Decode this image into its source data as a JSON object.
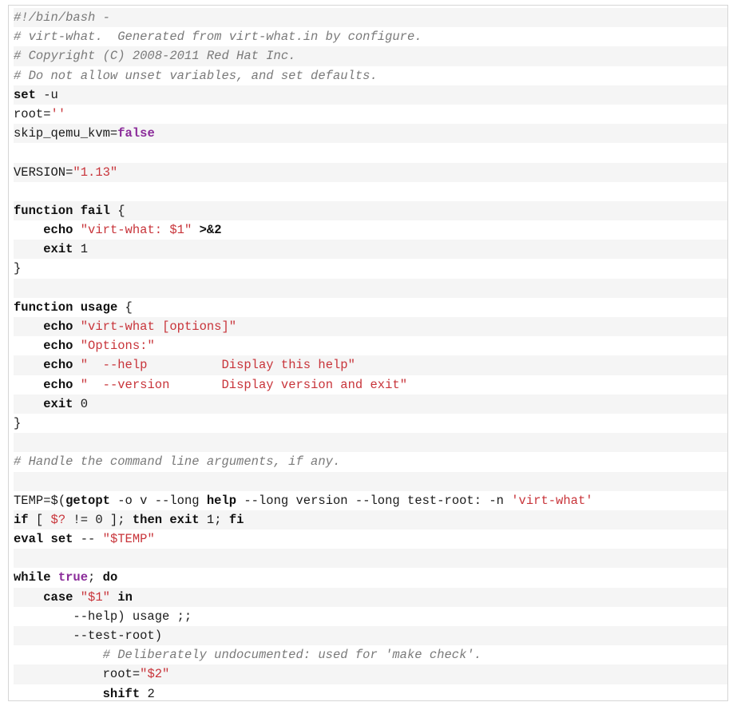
{
  "colors": {
    "comment": "#7a7a7a",
    "keyword": "#101010",
    "string": "#c8343a",
    "variable": "#2e8b57",
    "value": "#8b2c9a",
    "plain": "#1b1b1b",
    "row_alt": "#f5f5f5"
  },
  "code": {
    "lines": [
      [
        {
          "t": "#!/bin/bash -",
          "c": "comment"
        }
      ],
      [
        {
          "t": "# virt-what.  Generated from virt-what.in by configure.",
          "c": "comment"
        }
      ],
      [
        {
          "t": "# Copyright (C) 2008-2011 Red Hat Inc.",
          "c": "comment"
        }
      ],
      [
        {
          "t": "# Do not allow unset variables, and set defaults.",
          "c": "comment"
        }
      ],
      [
        {
          "t": "set",
          "c": "keyword"
        },
        {
          "t": " -u",
          "c": "plain"
        }
      ],
      [
        {
          "t": "root=",
          "c": "variable"
        },
        {
          "t": "''",
          "c": "string"
        }
      ],
      [
        {
          "t": "skip_qemu_kvm=",
          "c": "variable"
        },
        {
          "t": "false",
          "c": "value"
        }
      ],
      [],
      [
        {
          "t": "VERSION=",
          "c": "variable"
        },
        {
          "t": "\"1.13\"",
          "c": "string"
        }
      ],
      [],
      [
        {
          "t": "function",
          "c": "keyword"
        },
        {
          "t": " ",
          "c": "plain"
        },
        {
          "t": "fail",
          "c": "keyword"
        },
        {
          "t": " {",
          "c": "plain"
        }
      ],
      [
        {
          "t": "    ",
          "c": "plain"
        },
        {
          "t": "echo",
          "c": "keyword"
        },
        {
          "t": " ",
          "c": "plain"
        },
        {
          "t": "\"virt-what: $1\"",
          "c": "string"
        },
        {
          "t": " ",
          "c": "plain"
        },
        {
          "t": ">&2",
          "c": "keyword"
        }
      ],
      [
        {
          "t": "    ",
          "c": "plain"
        },
        {
          "t": "exit",
          "c": "keyword"
        },
        {
          "t": " 1",
          "c": "plain"
        }
      ],
      [
        {
          "t": "}",
          "c": "plain"
        }
      ],
      [],
      [
        {
          "t": "function",
          "c": "keyword"
        },
        {
          "t": " ",
          "c": "plain"
        },
        {
          "t": "usage",
          "c": "keyword"
        },
        {
          "t": " {",
          "c": "plain"
        }
      ],
      [
        {
          "t": "    ",
          "c": "plain"
        },
        {
          "t": "echo",
          "c": "keyword"
        },
        {
          "t": " ",
          "c": "plain"
        },
        {
          "t": "\"virt-what [options]\"",
          "c": "string"
        }
      ],
      [
        {
          "t": "    ",
          "c": "plain"
        },
        {
          "t": "echo",
          "c": "keyword"
        },
        {
          "t": " ",
          "c": "plain"
        },
        {
          "t": "\"Options:\"",
          "c": "string"
        }
      ],
      [
        {
          "t": "    ",
          "c": "plain"
        },
        {
          "t": "echo",
          "c": "keyword"
        },
        {
          "t": " ",
          "c": "plain"
        },
        {
          "t": "\"  --help          Display this help\"",
          "c": "string"
        }
      ],
      [
        {
          "t": "    ",
          "c": "plain"
        },
        {
          "t": "echo",
          "c": "keyword"
        },
        {
          "t": " ",
          "c": "plain"
        },
        {
          "t": "\"  --version       Display version and exit\"",
          "c": "string"
        }
      ],
      [
        {
          "t": "    ",
          "c": "plain"
        },
        {
          "t": "exit",
          "c": "keyword"
        },
        {
          "t": " 0",
          "c": "plain"
        }
      ],
      [
        {
          "t": "}",
          "c": "plain"
        }
      ],
      [],
      [
        {
          "t": "# Handle the command line arguments, if any.",
          "c": "comment"
        }
      ],
      [],
      [
        {
          "t": "TEMP=",
          "c": "variable"
        },
        {
          "t": "$(",
          "c": "plain"
        },
        {
          "t": "getopt",
          "c": "keyword"
        },
        {
          "t": " -o v --long ",
          "c": "plain"
        },
        {
          "t": "help",
          "c": "keyword"
        },
        {
          "t": " --long version --long test-root: -n ",
          "c": "plain"
        },
        {
          "t": "'virt-what'",
          "c": "string"
        }
      ],
      [
        {
          "t": "if",
          "c": "keyword"
        },
        {
          "t": " [ ",
          "c": "plain"
        },
        {
          "t": "$?",
          "c": "string"
        },
        {
          "t": " != 0 ]; ",
          "c": "plain"
        },
        {
          "t": "then",
          "c": "keyword"
        },
        {
          "t": " ",
          "c": "plain"
        },
        {
          "t": "exit",
          "c": "keyword"
        },
        {
          "t": " 1; ",
          "c": "plain"
        },
        {
          "t": "fi",
          "c": "keyword"
        }
      ],
      [
        {
          "t": "eval",
          "c": "keyword"
        },
        {
          "t": " ",
          "c": "plain"
        },
        {
          "t": "set",
          "c": "keyword"
        },
        {
          "t": " -- ",
          "c": "plain"
        },
        {
          "t": "\"$TEMP\"",
          "c": "string"
        }
      ],
      [],
      [
        {
          "t": "while",
          "c": "keyword"
        },
        {
          "t": " ",
          "c": "plain"
        },
        {
          "t": "true",
          "c": "value"
        },
        {
          "t": "; ",
          "c": "plain"
        },
        {
          "t": "do",
          "c": "keyword"
        }
      ],
      [
        {
          "t": "    ",
          "c": "plain"
        },
        {
          "t": "case",
          "c": "keyword"
        },
        {
          "t": " ",
          "c": "plain"
        },
        {
          "t": "\"$1\"",
          "c": "string"
        },
        {
          "t": " ",
          "c": "plain"
        },
        {
          "t": "in",
          "c": "keyword"
        }
      ],
      [
        {
          "t": "        --help) usage ;;",
          "c": "plain"
        }
      ],
      [
        {
          "t": "        --test-root)",
          "c": "plain"
        }
      ],
      [
        {
          "t": "            ",
          "c": "plain"
        },
        {
          "t": "# Deliberately undocumented: used for 'make check'.",
          "c": "comment"
        }
      ],
      [
        {
          "t": "            ",
          "c": "plain"
        },
        {
          "t": "root=",
          "c": "variable"
        },
        {
          "t": "\"$2\"",
          "c": "string"
        }
      ],
      [
        {
          "t": "            ",
          "c": "plain"
        },
        {
          "t": "shift",
          "c": "keyword"
        },
        {
          "t": " 2",
          "c": "plain"
        }
      ]
    ]
  }
}
